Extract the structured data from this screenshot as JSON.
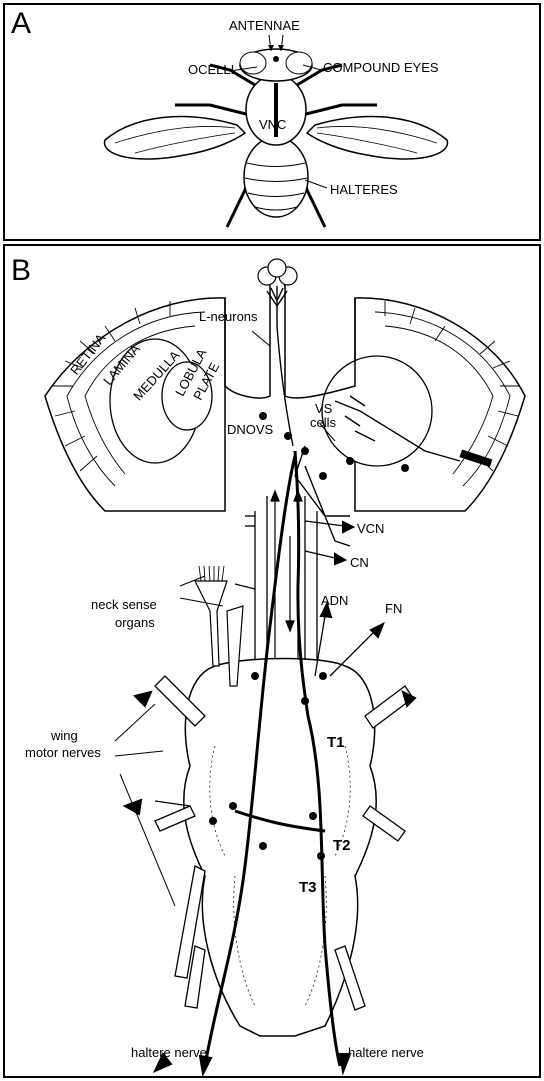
{
  "panel_a": {
    "label": "A",
    "labels": {
      "antennae": "ANTENNAE",
      "ocelli": "OCELLI",
      "compound_eyes": "COMPOUND EYES",
      "vnc": "VNC",
      "halteres": "HALTERES"
    }
  },
  "panel_b": {
    "label": "B",
    "labels": {
      "l_neurons": "L-neurons",
      "retina": "RETINA",
      "lamina": "LAMINA",
      "medulla": "MEDULLA",
      "lobula": "LOBULA",
      "plate": "PLATE",
      "vs_cells_1": "VS",
      "vs_cells_2": "cells",
      "dnovs": "DNOVS",
      "vcn": "VCN",
      "cn": "CN",
      "adn": "ADN",
      "fn": "FN",
      "neck_sense_1": "neck sense",
      "neck_sense_2": "organs",
      "t1": "T1",
      "t2": "T2",
      "t3": "T3",
      "wing_motor_1": "wing",
      "wing_motor_2": "motor nerves",
      "haltere_left": "haltere nerve",
      "haltere_right": "haltere nerve"
    }
  }
}
